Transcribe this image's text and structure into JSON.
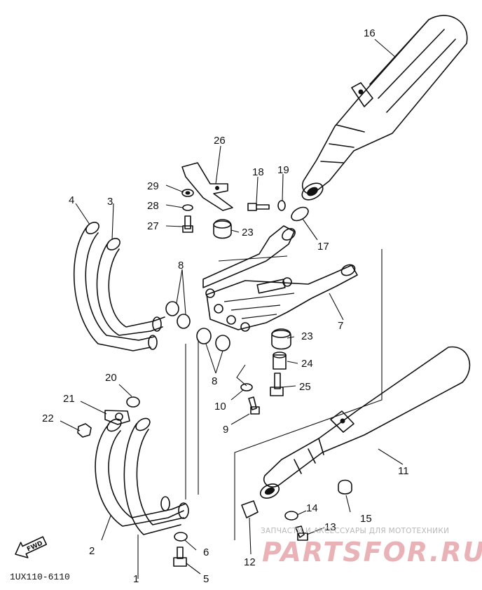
{
  "diagram": {
    "callouts": [
      {
        "id": "c1",
        "text": "1"
      },
      {
        "id": "c2",
        "text": "2"
      },
      {
        "id": "c3",
        "text": "3"
      },
      {
        "id": "c4",
        "text": "4"
      },
      {
        "id": "c5",
        "text": "5"
      },
      {
        "id": "c6",
        "text": "6"
      },
      {
        "id": "c7",
        "text": "7"
      },
      {
        "id": "c8a",
        "text": "8"
      },
      {
        "id": "c8b",
        "text": "8"
      },
      {
        "id": "c9",
        "text": "9"
      },
      {
        "id": "c10",
        "text": "10"
      },
      {
        "id": "c11",
        "text": "11"
      },
      {
        "id": "c12",
        "text": "12"
      },
      {
        "id": "c13",
        "text": "13"
      },
      {
        "id": "c14",
        "text": "14"
      },
      {
        "id": "c15",
        "text": "15"
      },
      {
        "id": "c16",
        "text": "16"
      },
      {
        "id": "c17",
        "text": "17"
      },
      {
        "id": "c18",
        "text": "18"
      },
      {
        "id": "c19",
        "text": "19"
      },
      {
        "id": "c20",
        "text": "20"
      },
      {
        "id": "c21",
        "text": "21"
      },
      {
        "id": "c22",
        "text": "22"
      },
      {
        "id": "c23a",
        "text": "23"
      },
      {
        "id": "c23b",
        "text": "23"
      },
      {
        "id": "c24",
        "text": "24"
      },
      {
        "id": "c25",
        "text": "25"
      },
      {
        "id": "c26",
        "text": "26"
      },
      {
        "id": "c27",
        "text": "27"
      },
      {
        "id": "c28",
        "text": "28"
      },
      {
        "id": "c29",
        "text": "29"
      }
    ],
    "direction_arrow_text": "FWD",
    "diagram_code": "1UX110-6110"
  },
  "watermark": {
    "tagline": "ЗАПЧАСТИ И АКСЕССУАРЫ ДЛЯ МОТОТЕХНИКИ",
    "logo": "PARTSFOR.RU",
    "color": "#e2999f"
  }
}
